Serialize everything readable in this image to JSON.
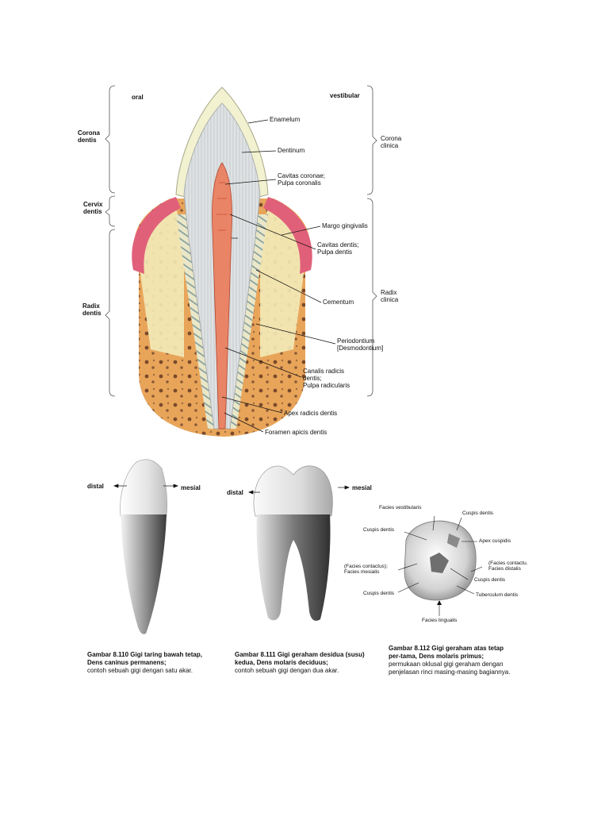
{
  "main_diagram": {
    "orientation_left": "oral",
    "orientation_right": "vestibular",
    "left_regions": [
      {
        "line1": "Corona",
        "line2": "dentis"
      },
      {
        "line1": "Cervix",
        "line2": "dentis"
      },
      {
        "line1": "Radix",
        "line2": "dentis"
      }
    ],
    "right_regions": [
      {
        "line1": "Corona",
        "line2": "clinica"
      },
      {
        "line1": "Radix",
        "line2": "clinica"
      }
    ],
    "labels": [
      {
        "line1": "Enamelum",
        "line2": ""
      },
      {
        "line1": "Dentinum",
        "line2": ""
      },
      {
        "line1": "Cavitas coronae;",
        "line2": "Pulpa coronalis"
      },
      {
        "line1": "Margo gingivalis",
        "line2": ""
      },
      {
        "line1": "Cavitas dentis;",
        "line2": "Pulpa dentis"
      },
      {
        "line1": "Cementum",
        "line2": ""
      },
      {
        "line1": "Periodontium",
        "line2": "[Desmodontium]"
      },
      {
        "line1": "Canalis radicis",
        "line2": "dentis;",
        "line3": "Pulpa radicularis"
      },
      {
        "line1": "Apex radicis dentis",
        "line2": ""
      },
      {
        "line1": "Foramen apicis dentis",
        "line2": ""
      }
    ]
  },
  "fig110": {
    "distal": "distal",
    "mesial": "mesial",
    "caption_bold1": "Gambar 8.110 Gigi taring bawah tetap,",
    "caption_bold2": "Dens caninus permanens;",
    "caption_text": "contoh sebuah gigi dengan satu akar."
  },
  "fig111": {
    "distal": "distal",
    "mesial": "mesial",
    "caption_bold1": "Gambar 8.111 Gigi geraham desidua (susu)",
    "caption_bold2": "kedua, Dens molaris deciduus;",
    "caption_text": "contoh sebuah gigi dengan dua akar."
  },
  "fig112": {
    "labels": {
      "facies_vestibularis": "Facies vestibularis",
      "cuspis_top": "Cuspis dentis",
      "cuspis_left": "Cuspis dentis",
      "apex_cuspidis": "Apex cuspidis",
      "contact_left1": "(Facies contactus);",
      "contact_left2": "Facies mesialis",
      "contact_right1": "(Facies contactu.",
      "contact_right2": "Facies distalis",
      "cuspis_right": "Cuspis dentis",
      "cuspis_bottom": "Cuspis dentis",
      "tuberculum": "Tuberculum dentis",
      "facies_lingualis": "Facies lingualis"
    },
    "caption_bold1": "Gambar 8.112 Gigi geraham atas tetap",
    "caption_bold2": "per-tama, Dens molaris primus;",
    "caption_text1": "permukaan oklusal gigi geraham dengan",
    "caption_text2": "penjelasan rinci masing-masing bagiannya."
  }
}
